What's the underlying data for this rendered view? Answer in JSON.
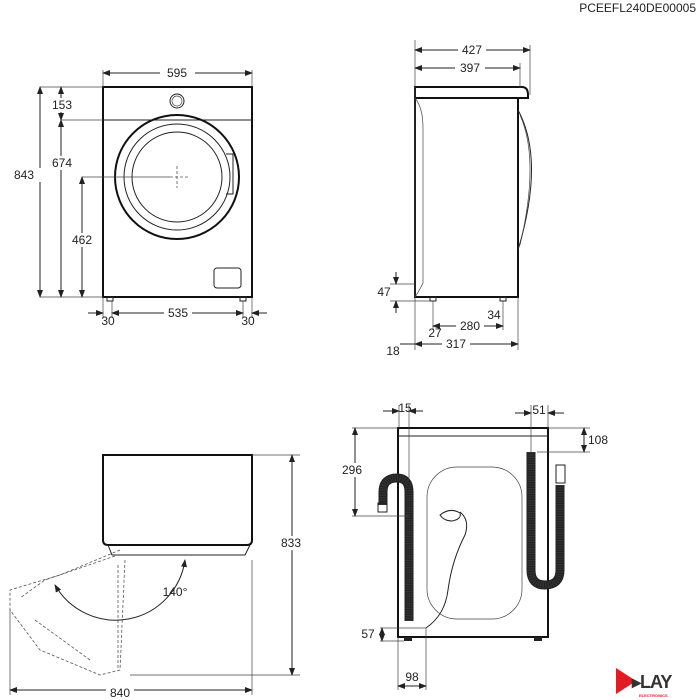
{
  "header": {
    "code": "PCEEFL240DE00005"
  },
  "front_view": {
    "width": "595",
    "height_total": "843",
    "top_panel": "153",
    "door_top": "674",
    "door_center": "462",
    "side_left": "30",
    "feet_span": "535",
    "side_right": "30"
  },
  "side_view": {
    "depth_total": "427",
    "depth_body": "397",
    "foot_height": "47",
    "d27": "27",
    "d280": "280",
    "d34": "34",
    "d18": "18",
    "d317": "317"
  },
  "top_view": {
    "depth_open": "840",
    "height_open": "833",
    "door_angle": "140°"
  },
  "rear_view": {
    "d15": "15",
    "d51": "51",
    "d108": "108",
    "d296": "296",
    "d57": "57",
    "d98": "98"
  },
  "logo": {
    "name": "PLAY",
    "sub": "ELECTRONICS",
    "color": "#e21c23"
  }
}
